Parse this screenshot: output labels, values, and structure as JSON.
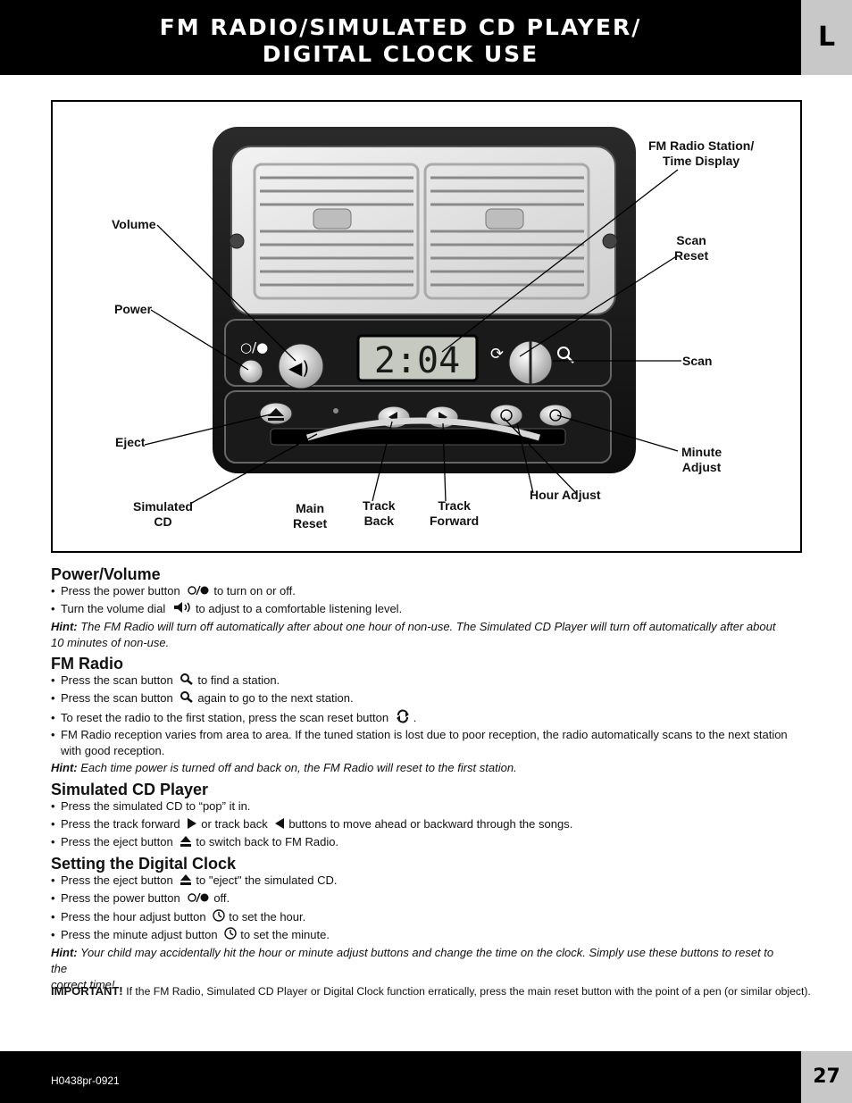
{
  "header": {
    "title_line1": "FM RADIO/SIMULATED CD PLAYER/",
    "title_line2": "DIGITAL CLOCK USE",
    "tab": "L"
  },
  "figure": {
    "display_time": "2:04",
    "labels": {
      "fm_station_1": "FM Radio Station/",
      "fm_station_2": "Time Display",
      "volume": "Volume",
      "scan_reset_1": "Scan",
      "scan_reset_2": "Reset",
      "power": "Power",
      "scan": "Scan",
      "eject": "Eject",
      "minute_1": "Minute",
      "minute_2": "Adjust",
      "hour": "Hour Adjust",
      "sim_cd_1": "Simulated",
      "sim_cd_2": "CD",
      "main_reset_1": "Main",
      "main_reset_2": "Reset",
      "track_back_1": "Track",
      "track_back_2": "Back",
      "track_fwd_1": "Track",
      "track_fwd_2": "Forward"
    }
  },
  "power_volume": {
    "heading": "Power/Volume",
    "b1a": "Press the power button",
    "b1b": "to turn on or off.",
    "b2a": "Turn the volume dial",
    "b2b": "to adjust to a comfortable listening level.",
    "hint_label": "Hint:",
    "hint_l1": "The FM Radio will turn off automatically after about one hour of non-use. The Simulated CD Player will turn off automatically after about",
    "hint_l2": "10 minutes of non-use."
  },
  "fm_radio": {
    "heading": "FM Radio",
    "b1a": "Press the scan button",
    "b1b": "to find a station.",
    "b2a": "Press the scan button",
    "b2b": "again to go to the next station.",
    "b3a": "To reset the radio to the first station, press the scan reset button",
    "b3b": ".",
    "b4_l1": "FM Radio reception varies from area to area. If the tuned station is lost due to poor reception, the radio automatically scans to the next station",
    "b4_l2": "with good reception.",
    "hint_label": "Hint:",
    "hint": "Each time power is turned off and back on, the FM Radio will reset to the first station."
  },
  "cd_player": {
    "heading": "Simulated CD Player",
    "b1": "Press the simulated CD to “pop” it in.",
    "b2a": "Press the track forward",
    "b2b": "or track back",
    "b2c": "buttons to move ahead or backward through the songs.",
    "b3a": "Press the eject button",
    "b3b": "to switch back to FM Radio."
  },
  "clock": {
    "heading": "Setting the Digital Clock",
    "b1a": "Press the eject button",
    "b1b": "to \"eject\" the simulated CD.",
    "b2a": "Press the power button",
    "b2b": "off.",
    "b3a": "Press the hour adjust button",
    "b3b": "to set the hour.",
    "b4a": "Press the minute adjust button",
    "b4b": "to set the minute.",
    "hint_label": "Hint:",
    "hint_l1": "Your child may accidentally hit the hour or minute adjust buttons and change the time on the clock. Simply use these buttons to reset to the",
    "hint_l2": "correct time!"
  },
  "important": {
    "label": "IMPORTANT!",
    "text": "If the FM Radio, Simulated CD Player or Digital Clock function erratically, press the main reset button with the point of a pen (or similar object)."
  },
  "footer": {
    "code": "H0438pr-0921",
    "page": "27"
  },
  "icons": [
    "power-icon",
    "volume-icon",
    "scan-icon",
    "scan-reset-icon",
    "eject-icon",
    "track-forward-icon",
    "track-back-icon",
    "clock-icon"
  ]
}
